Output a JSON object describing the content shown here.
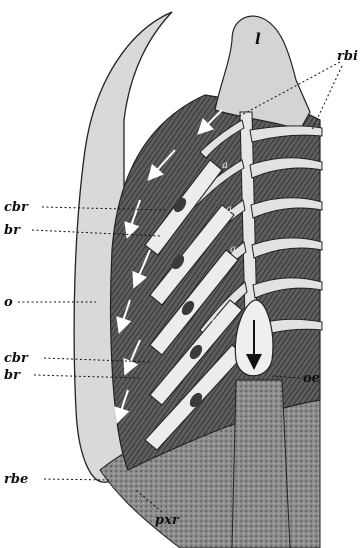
{
  "labels": {
    "l": "l",
    "rbi": "rbi",
    "cbr_upper": "cbr",
    "br_upper": "br",
    "o": "o",
    "cbr_lower": "cbr",
    "br_lower": "br",
    "oe": "oe",
    "rbe": "rbe",
    "pxr": "pxr"
  },
  "inner_marks": [
    "a",
    "a",
    "a",
    "a",
    "a"
  ]
}
